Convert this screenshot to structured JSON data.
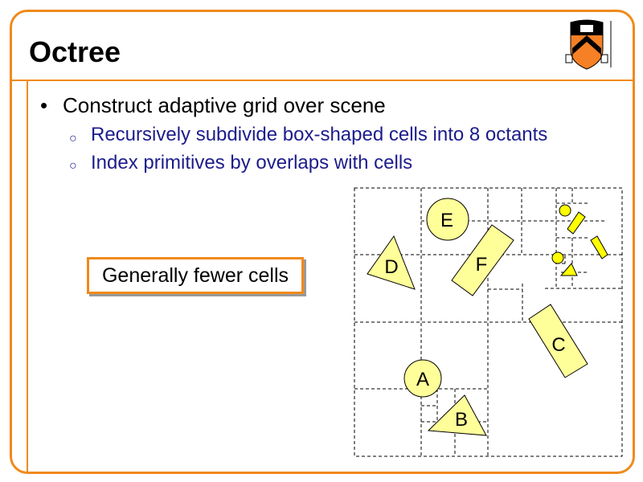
{
  "slide": {
    "title": "Octree",
    "bullets": [
      {
        "text": "Construct adaptive grid over scene",
        "sub": [
          "Recursively subdivide box-shaped cells into 8 octants",
          "Index primitives by overlaps with cells"
        ]
      }
    ],
    "callout": "Generally fewer cells"
  },
  "diagram": {
    "labels": {
      "A": "A",
      "B": "B",
      "C": "C",
      "D": "D",
      "E": "E",
      "F": "F"
    }
  },
  "colors": {
    "accent": "#f08a1c",
    "shape_fill": "#ffff99",
    "small_fill": "#ffff00",
    "bullet_text": "#1c1c8c"
  },
  "logo": {
    "icon": "princeton-shield-logo"
  }
}
